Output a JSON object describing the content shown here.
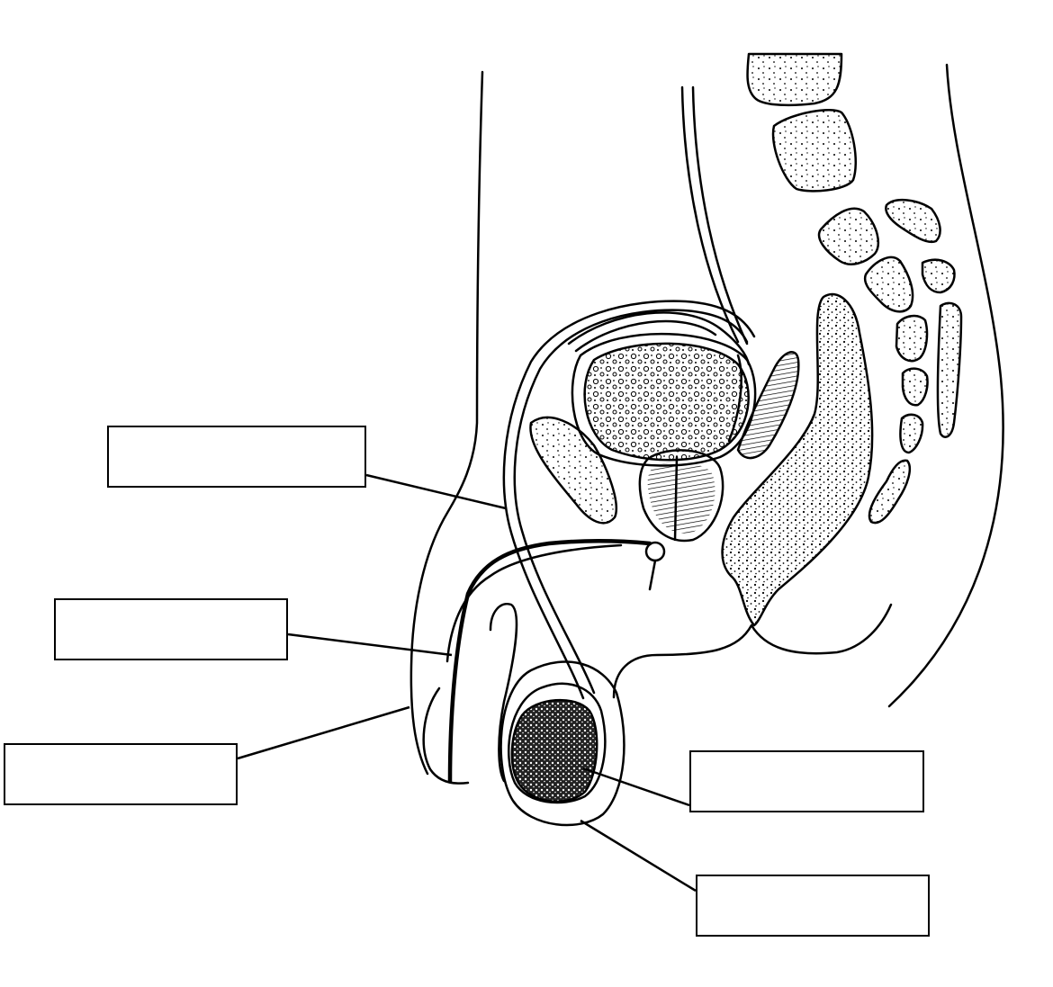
{
  "diagram": {
    "subject": "male-reproductive-system-sagittal-section",
    "line_color": "#000000",
    "background_color": "#ffffff",
    "labels": [
      {
        "id": "label-1",
        "text": ""
      },
      {
        "id": "label-2",
        "text": ""
      },
      {
        "id": "label-3",
        "text": ""
      },
      {
        "id": "label-4",
        "text": ""
      },
      {
        "id": "label-5",
        "text": ""
      }
    ]
  }
}
